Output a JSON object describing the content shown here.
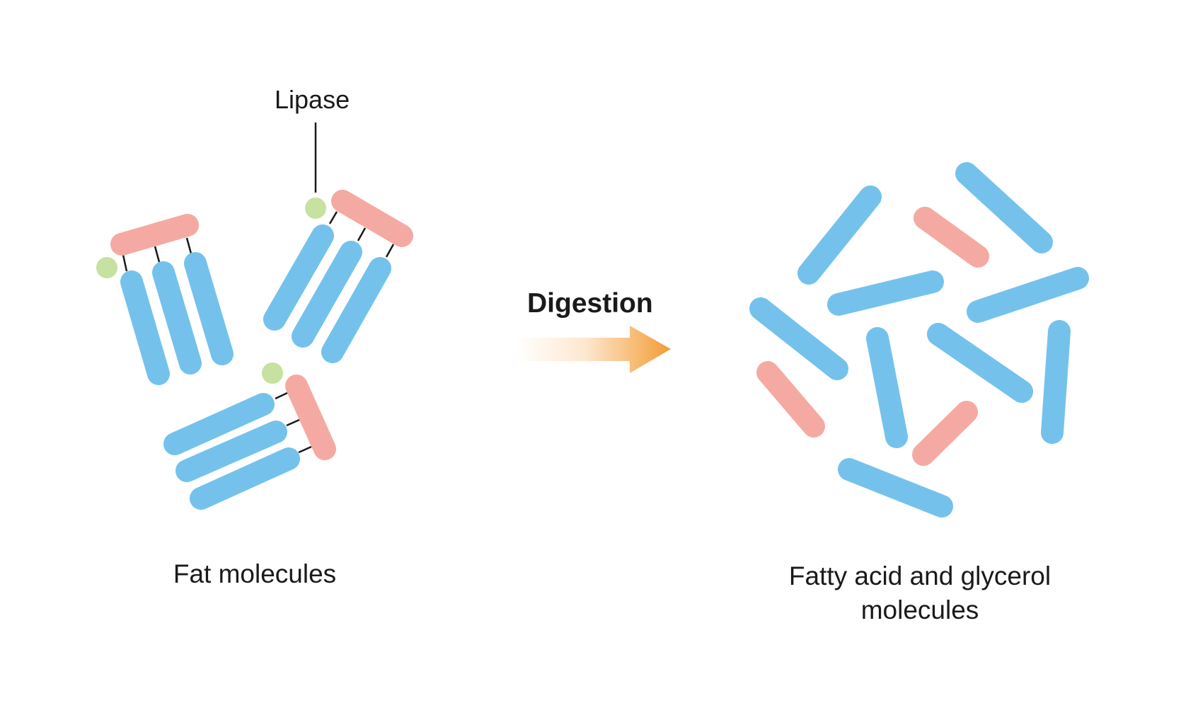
{
  "labels": {
    "enzyme": "Lipase",
    "process": "Digestion",
    "reactant": "Fat molecules",
    "products": "Fatty acid and glycerol molecules"
  },
  "colors": {
    "fatty_acid": "#74c2ec",
    "glycerol": "#f4aaa2",
    "lipase": "#c6e1a0",
    "bond": "#1a1a1a",
    "arrow_start": "#fde7cf",
    "arrow_end": "#f39c34",
    "text": "#1a1a1a"
  },
  "icons": {
    "arrow": "digestion-arrow-icon",
    "enzyme": "lipase-dot-icon"
  }
}
